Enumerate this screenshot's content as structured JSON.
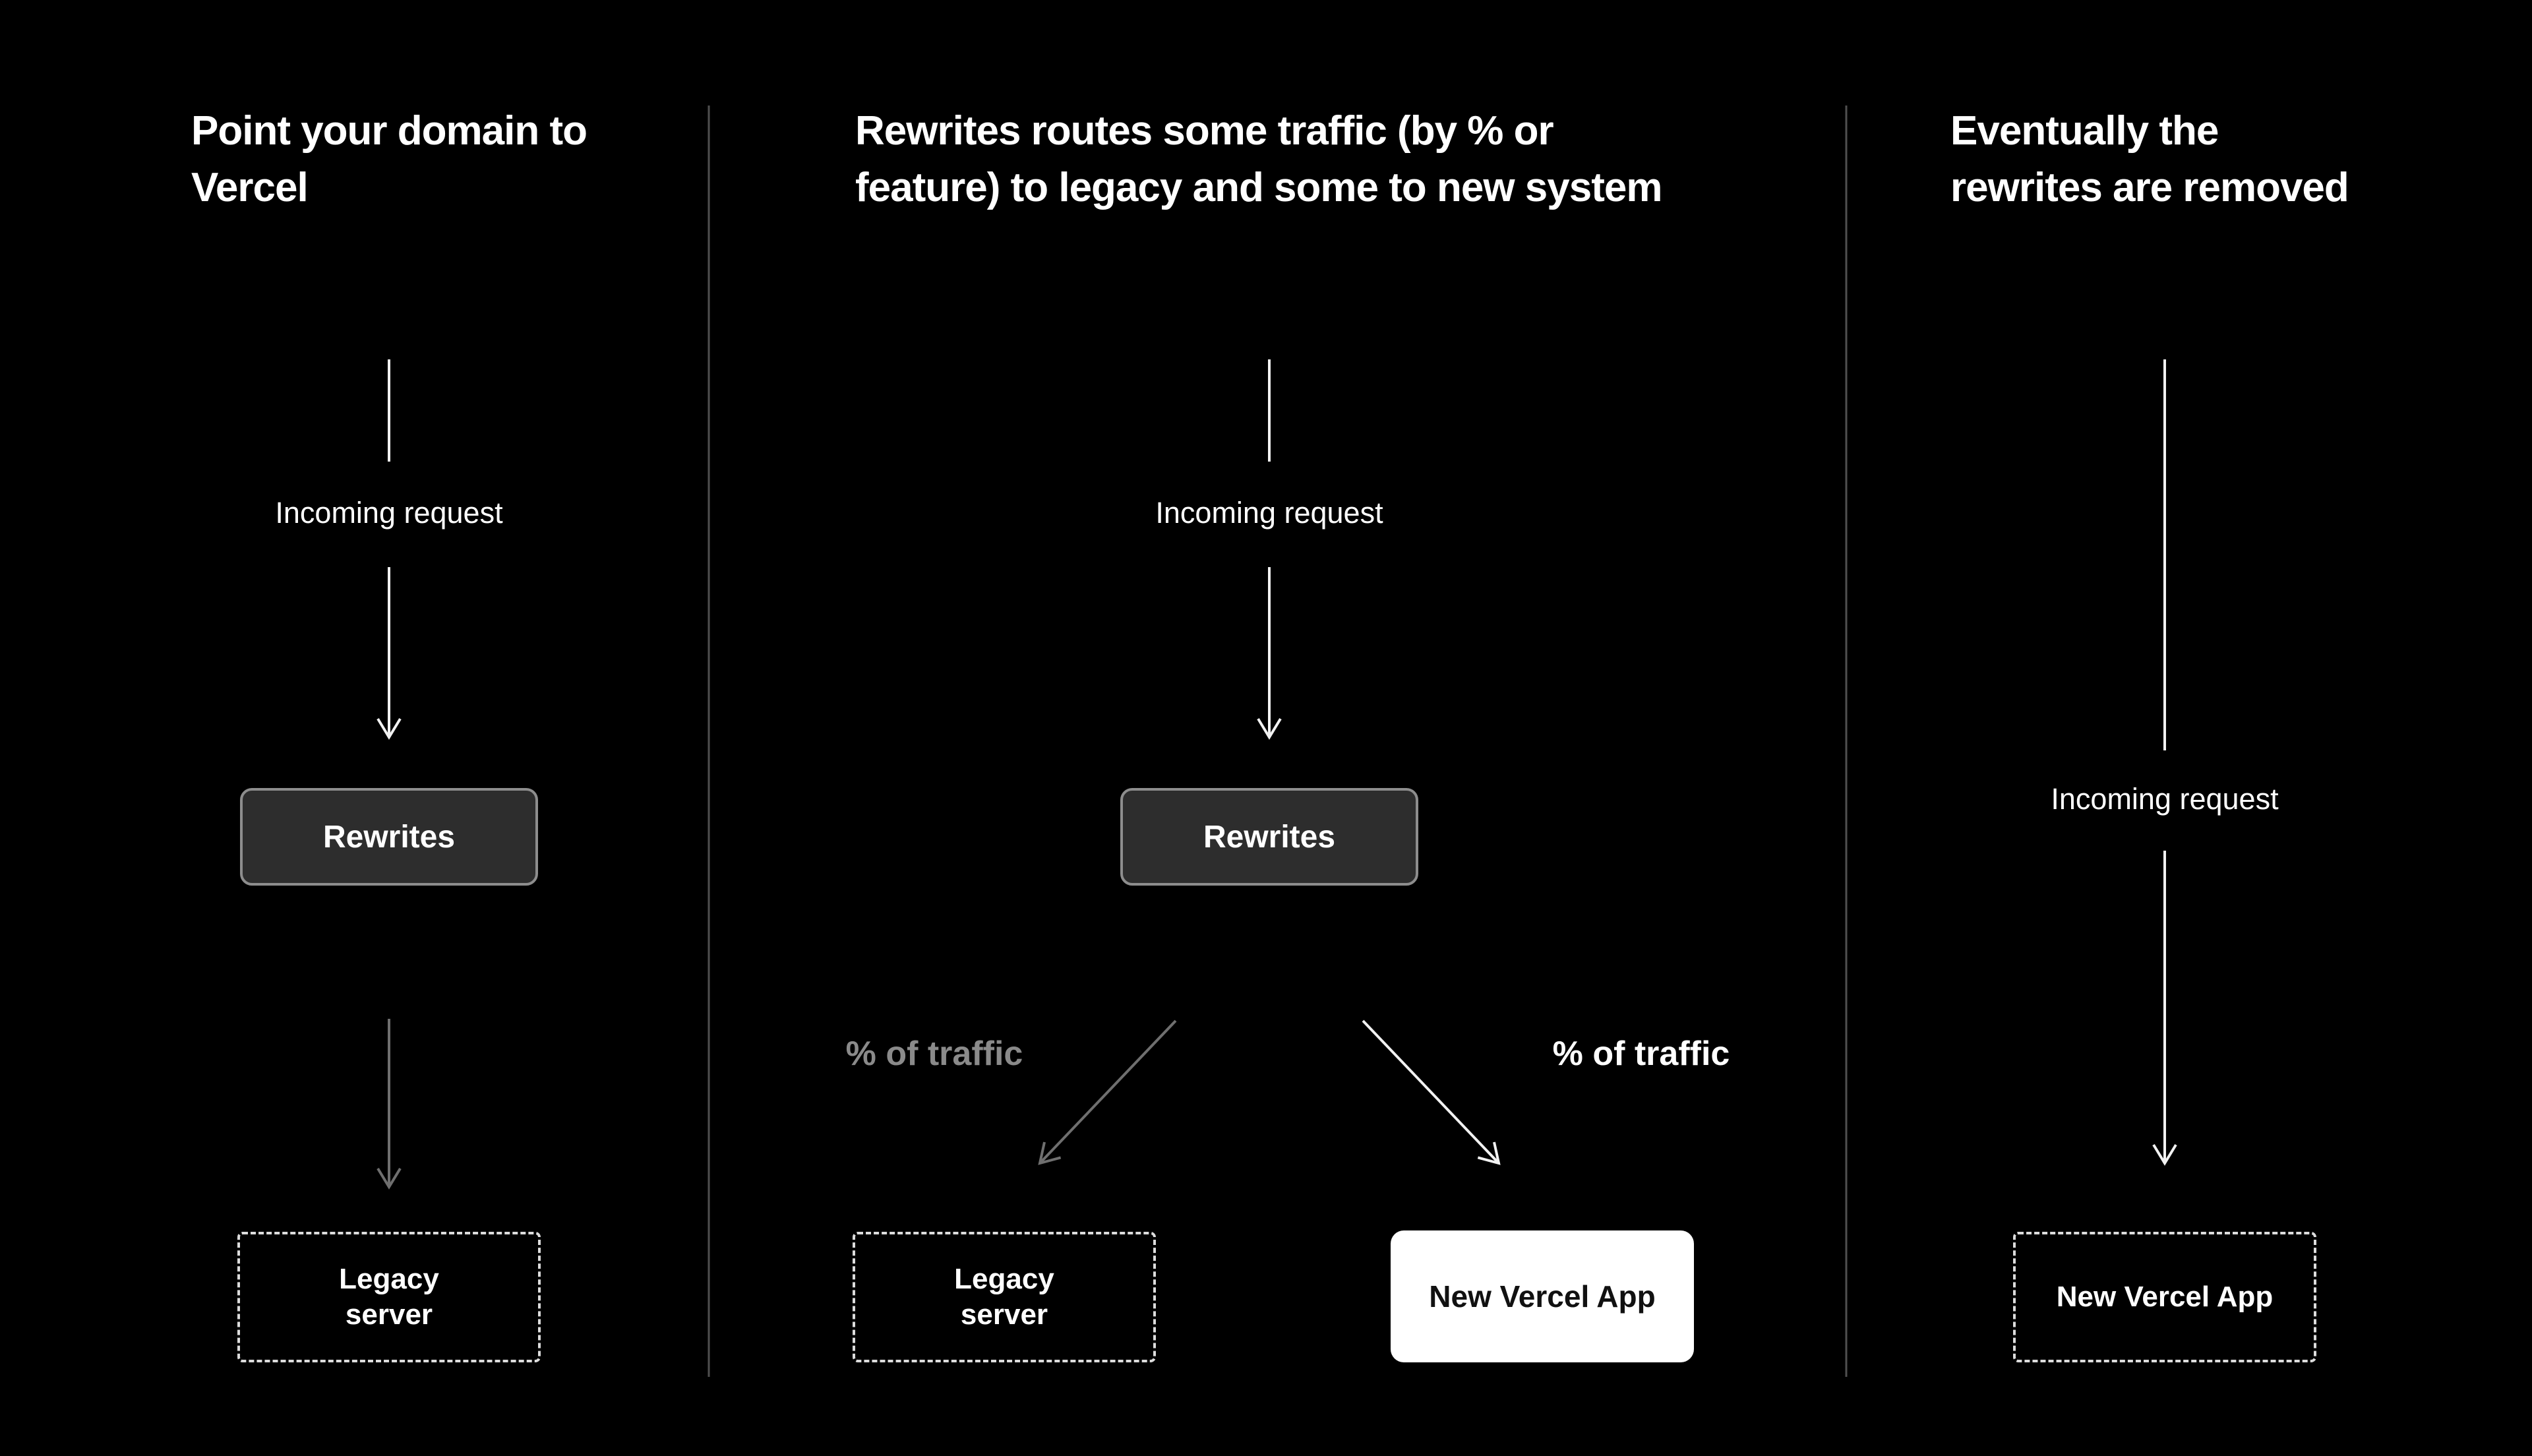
{
  "canvas": {
    "background": "#000000"
  },
  "colors": {
    "text_primary": "#ffffff",
    "text_muted": "#8a8a8a",
    "arrow_white": "#f2f2f2",
    "arrow_gray": "#6f6f6f",
    "divider": "#4f4f4f",
    "rewrites_box_bg": "#2d2d2d",
    "rewrites_box_border": "#8d8d8d",
    "dashed_box_border": "#dcdcdc",
    "solid_box_bg": "#ffffff",
    "solid_box_text": "#111111"
  },
  "panels": {
    "left": {
      "title_line1": "Point your domain to",
      "title_line2": "Vercel",
      "incoming_label": "Incoming request",
      "rewrites_label": "Rewrites",
      "legacy_line1": "Legacy",
      "legacy_line2": "server"
    },
    "middle": {
      "title_line1": "Rewrites routes some traffic (by % or",
      "title_line2": "feature) to legacy and some to new system",
      "incoming_label": "Incoming request",
      "rewrites_label": "Rewrites",
      "traffic_left_label": "% of traffic",
      "traffic_right_label": "% of traffic",
      "legacy_line1": "Legacy",
      "legacy_line2": "server",
      "new_app_label": "New Vercel App"
    },
    "right": {
      "title_line1": "Eventually the",
      "title_line2": "rewrites are removed",
      "incoming_label": "Incoming request",
      "new_app_label": "New Vercel App"
    }
  }
}
